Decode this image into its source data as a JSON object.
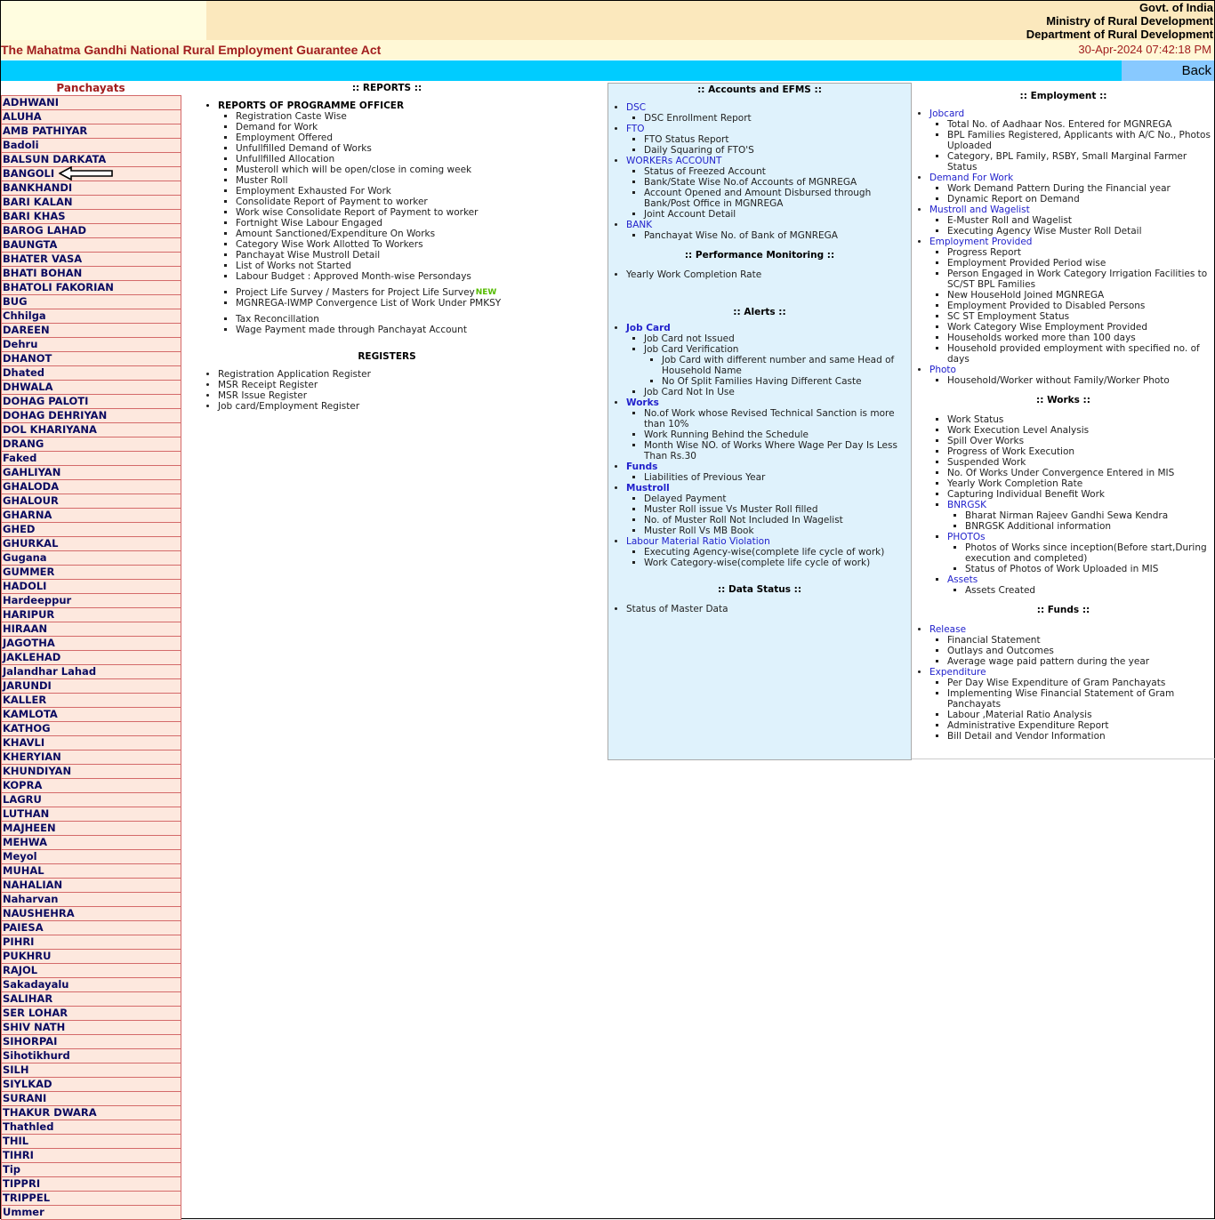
{
  "header": {
    "gov": "Govt. of India",
    "ministry": "Ministry of Rural Development",
    "department": "Department of Rural Development",
    "act": "The Mahatma Gandhi National Rural Employment Guarantee Act",
    "datetime": "30-Apr-2024 07:42:18 PM",
    "back_label": "Back"
  },
  "sidebar": {
    "title": "Panchayats",
    "items": [
      "ADHWANI",
      "ALUHA",
      "AMB PATHIYAR",
      "Badoli",
      "BALSUN DARKATA",
      "BANGOLI",
      "BANKHANDI",
      "BARI KALAN",
      "BARI KHAS",
      "BAROG LAHAD",
      "BAUNGTA",
      "BHATER VASA",
      "BHATI BOHAN",
      "BHATOLI FAKORIAN",
      "BUG",
      "Chhilga",
      "DAREEN",
      "Dehru",
      "DHANOT",
      "Dhated",
      "DHWALA",
      "DOHAG PALOTI",
      "DOHAG DEHRIYAN",
      "DOL KHARIYANA",
      "DRANG",
      "Faked",
      "GAHLIYAN",
      "GHALODA",
      "GHALOUR",
      "GHARNA",
      "GHED",
      "GHURKAL",
      "Gugana",
      "GUMMER",
      "HADOLI",
      "Hardeeppur",
      "HARIPUR",
      "HIRAAN",
      "JAGOTHA",
      "JAKLEHAD",
      "Jalandhar Lahad",
      "JARUNDI",
      "KALLER",
      "KAMLOTA",
      "KATHOG",
      "KHAVLI",
      "KHERYIAN",
      "KHUNDIYAN",
      "KOPRA",
      "LAGRU",
      "LUTHAN",
      "MAJHEEN",
      "MEHWA",
      "Meyol",
      "MUHAL",
      "NAHALIAN",
      "Naharvan",
      "NAUSHEHRA",
      "PAIESA",
      "PIHRI",
      "PUKHRU",
      "RAJOL",
      "Sakadayalu",
      "SALIHAR",
      "SER LOHAR",
      "SHIV NATH",
      "SIHORPAI",
      "Sihotikhurd",
      "SILH",
      "SIYLKAD",
      "SURANI",
      "THAKUR DWARA",
      "Thathled",
      "THIL",
      "TIHRI",
      "Tip",
      "TIPPRI",
      "TRIPPEL",
      "Ummer"
    ]
  },
  "reports": {
    "title": ":: REPORTS ::",
    "po_heading": "REPORTS OF PROGRAMME OFFICER",
    "po_items": [
      "Registration Caste Wise",
      "Demand for Work",
      "Employment Offered",
      "Unfullfilled Demand of Works",
      "Unfullfilled Allocation",
      "Musteroll which will be open/close in coming week",
      "Muster Roll",
      "Employment Exhausted For Work",
      "Consolidate Report of Payment to worker",
      "Work wise Consolidate Report of Payment to worker",
      "Fortnight Wise Labour Engaged",
      "Amount Sanctioned/Expenditure On Works",
      "Category Wise Work Allotted To Workers",
      "Panchayat Wise Mustroll Detail",
      "List of Works not Started",
      "Labour Budget : Approved Month-wise Persondays"
    ],
    "extra1": "Project Life Survey / Masters for Project Life Survey",
    "new_badge": "NEW",
    "extra2": "MGNREGA-IWMP Convergence List of Work Under PMKSY",
    "extra3": "Tax Reconcillation",
    "extra4": "Wage Payment made through Panchayat Account",
    "registers_title": "REGISTERS",
    "registers": [
      "Registration Application Register",
      "MSR Receipt Register",
      "MSR Issue Register",
      "Job card/Employment Register"
    ]
  },
  "accounts": {
    "title": ":: Accounts and EFMS ::",
    "dsc": "DSC",
    "dsc_items": [
      "DSC Enrollment Report"
    ],
    "fto": "FTO",
    "fto_items": [
      "FTO Status Report",
      "Daily Squaring of FTO'S"
    ],
    "workers": "WORKERs ACCOUNT",
    "workers_items": [
      "Status of Freezed Account",
      "Bank/State Wise No.of Accounts of MGNREGA",
      "Account Opened and Amount Disbursed through Bank/Post Office in MGNREGA",
      "Joint Account Detail"
    ],
    "bank": "BANK",
    "bank_items": [
      "Panchayat Wise No. of Bank of MGNREGA"
    ],
    "perf_title": ":: Performance Monitoring ::",
    "perf_items": [
      "Yearly Work Completion Rate"
    ],
    "alerts_title": ":: Alerts ::",
    "jobcard": "Job Card",
    "jobcard_items": [
      "Job Card not Issued",
      "Job Card Verification"
    ],
    "jobcard_sub": [
      "Job Card with different number and same Head of Household Name",
      "No Of Split Families Having Different Caste"
    ],
    "jobcard_last": "Job Card Not In Use",
    "works": "Works",
    "works_items": [
      "No.of Work whose Revised Technical Sanction is more than 10%",
      "Work Running Behind the Schedule",
      "Month Wise NO. of Works Where Wage Per Day Is Less Than Rs.30"
    ],
    "funds": "Funds",
    "funds_items": [
      "Liabilities of Previous Year"
    ],
    "mustroll": "Mustroll",
    "mustroll_items": [
      "Delayed Payment",
      "Muster Roll issue Vs Muster Roll filled",
      "No. of Muster Roll Not Included In Wagelist",
      "Muster Roll Vs MB Book"
    ],
    "labour": "Labour Material Ratio Violation",
    "labour_items": [
      "Executing Agency-wise(complete life cycle of work)",
      "Work Category-wise(complete life cycle of work)"
    ],
    "data_title": ":: Data Status ::",
    "data_items": [
      "Status of Master Data"
    ]
  },
  "employment": {
    "title": ":: Employment ::",
    "jobcard": "Jobcard",
    "jobcard_items": [
      "Total No. of Aadhaar Nos. Entered for MGNREGA",
      "BPL Families Registered, Applicants with A/C No., Photos Uploaded",
      "Category, BPL Family, RSBY, Small Marginal Farmer Status"
    ],
    "demand": "Demand For Work",
    "demand_items": [
      "Work Demand Pattern During the Financial year",
      "Dynamic Report on Demand"
    ],
    "mustroll": "Mustroll and Wagelist",
    "mustroll_items": [
      "E-Muster Roll and Wagelist",
      "Executing Agency Wise Muster Roll Detail"
    ],
    "empprov": "Employment Provided",
    "empprov_items": [
      "Progress Report",
      "Employment Provided Period wise",
      "Person Engaged in Work Category Irrigation Facilities to SC/ST BPL Families",
      "New HouseHold Joined MGNREGA",
      "Employment Provided to Disabled Persons",
      "SC ST Employment Status",
      "Work Category Wise Employment Provided",
      "Households worked more than 100 days",
      "Household provided employment with specified no. of days"
    ],
    "photo": "Photo",
    "photo_items": [
      "Household/Worker without Family/Worker Photo"
    ],
    "works_title": ":: Works ::",
    "works_items": [
      "Work Status",
      "Work Execution Level Analysis",
      "Spill Over Works",
      "Progress of Work Execution",
      "Suspended Work",
      "No. Of Works Under Convergence Entered in MIS",
      "Yearly Work Completion Rate",
      "Capturing Individual Benefit Work"
    ],
    "bnrgsk": "BNRGSK",
    "bnrgsk_items": [
      "Bharat Nirman Rajeev Gandhi Sewa Kendra",
      "BNRGSK Additional information"
    ],
    "photos": "PHOTOs",
    "photos_items": [
      "Photos of Works since inception(Before start,During execution and completed)",
      "Status of Photos of Work Uploaded in MIS"
    ],
    "assets": "Assets",
    "assets_items": [
      "Assets Created"
    ],
    "funds_title": ":: Funds ::",
    "release": "Release",
    "release_items": [
      "Financial Statement",
      "Outlays and Outcomes",
      "Average wage paid pattern during the year"
    ],
    "expenditure": "Expenditure",
    "expenditure_items": [
      "Per Day Wise Expenditure of Gram Panchayats",
      "Implementing Wise Financial Statement of Gram Panchayats",
      "Labour ,Material Ratio Analysis",
      "Administrative Expenditure Report",
      "Bill Detail and Vendor Information"
    ]
  }
}
